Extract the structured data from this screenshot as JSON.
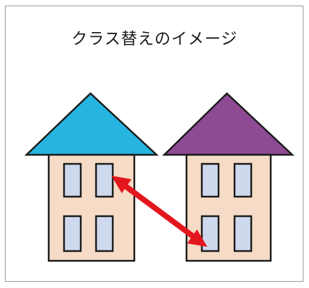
{
  "title": "クラス替えのイメージ",
  "colors": {
    "frame_border": "#9a9a9a",
    "left_roof": "#26b5e0",
    "right_roof": "#8e4a93",
    "wall": "#f6dcc6",
    "window": "#cfd9ee",
    "outline": "#1a1a1a",
    "arrow": "#e4161d"
  },
  "houses": [
    {
      "name": "left-house",
      "roof_color_key": "left_roof",
      "windows": 4
    },
    {
      "name": "right-house",
      "roof_color_key": "right_roof",
      "windows": 4
    }
  ],
  "arrow": {
    "type": "double-headed",
    "color_key": "arrow"
  }
}
